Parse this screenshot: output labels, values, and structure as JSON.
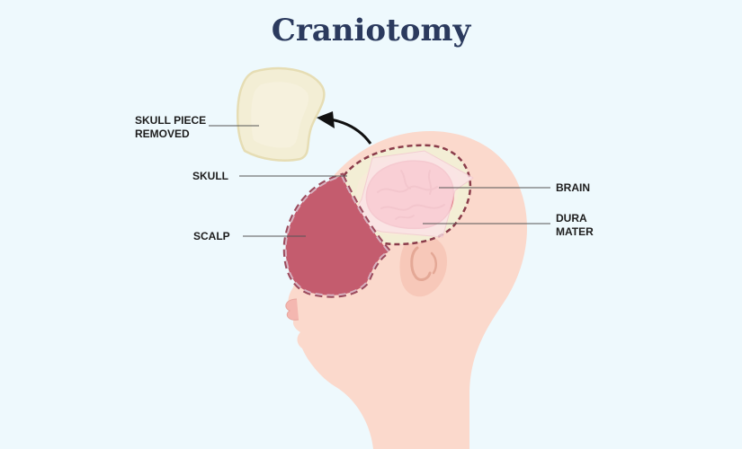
{
  "title": "Craniotomy",
  "labels": {
    "skull_piece": "SKULL PIECE\nREMOVED",
    "skull": "SKULL",
    "scalp": "SCALP",
    "brain": "BRAIN",
    "dura": "DURA\nMATER"
  },
  "colors": {
    "background": "#eef9fd",
    "title": "#2b3a5e",
    "skin": "#fbd9cc",
    "scalp_flap": "#c45c6e",
    "skull_bone": "#f3eed5",
    "brain": "#f48c94",
    "dura": "#fbe3e8"
  }
}
